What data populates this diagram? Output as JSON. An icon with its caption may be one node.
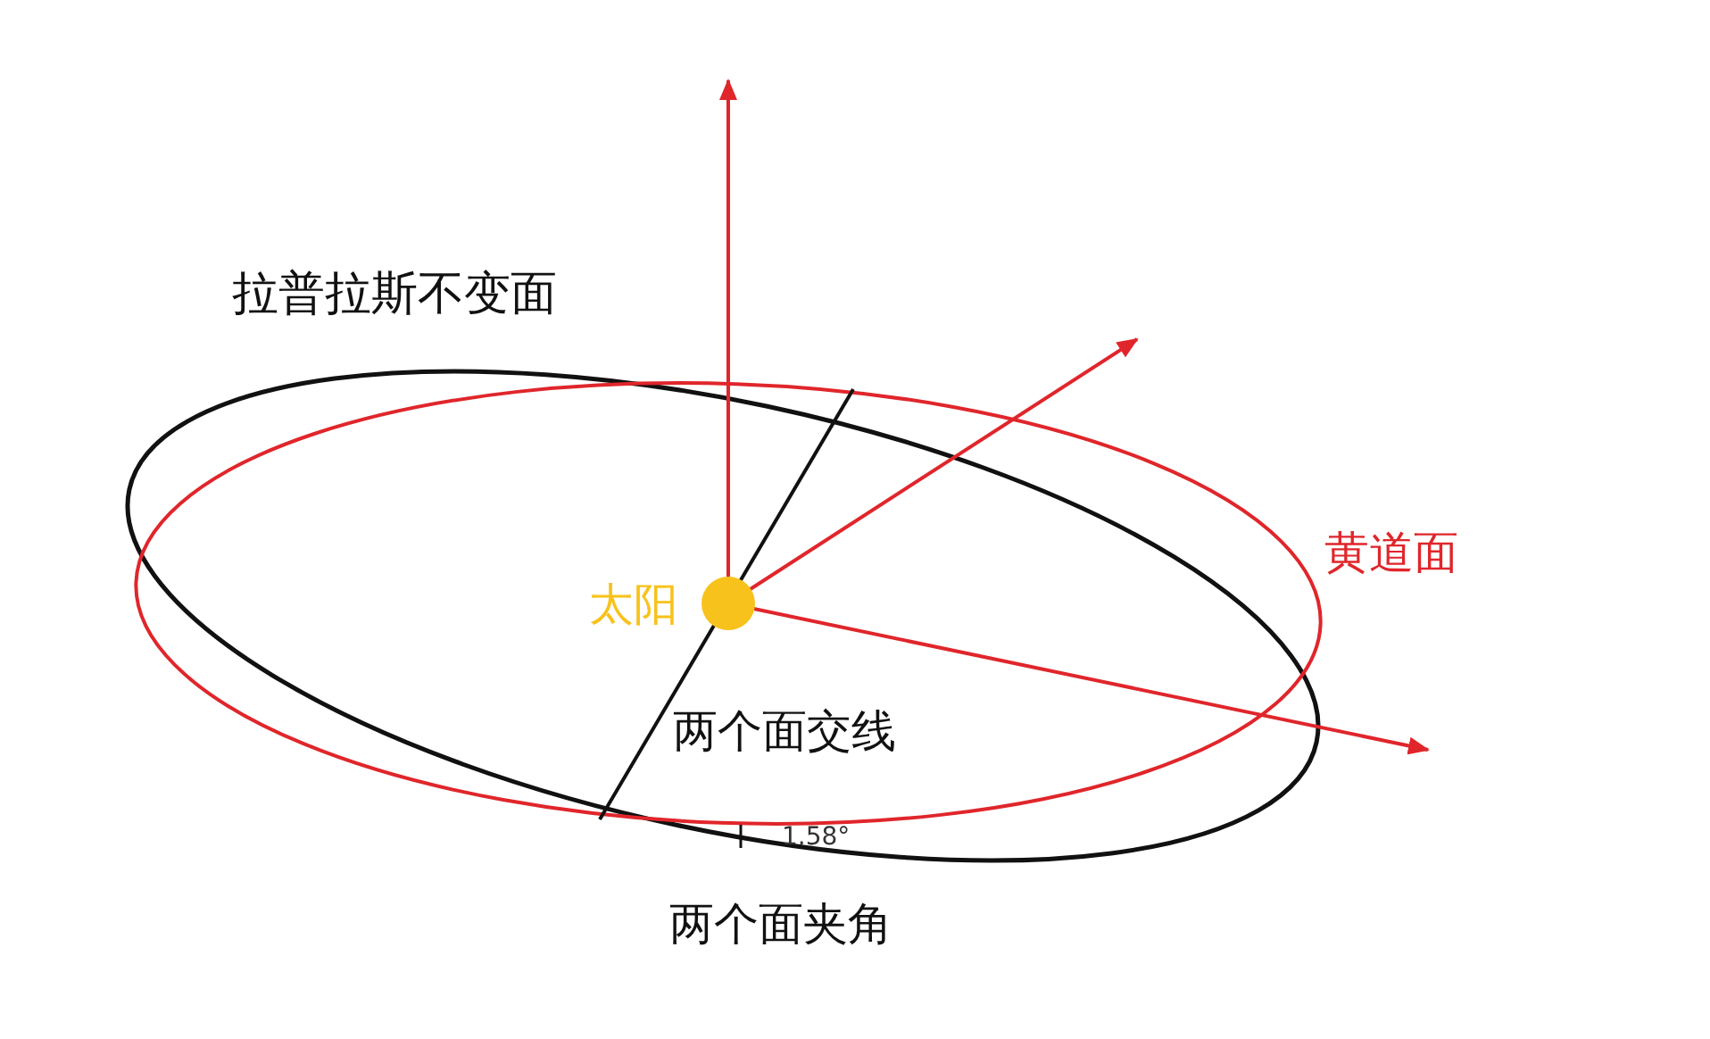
{
  "diagram": {
    "labels": [
      "拉普拉斯不变面",
      "黄道面",
      "太阳",
      "两个面交线",
      "1.58°",
      "两个面夹角"
    ]
  }
}
